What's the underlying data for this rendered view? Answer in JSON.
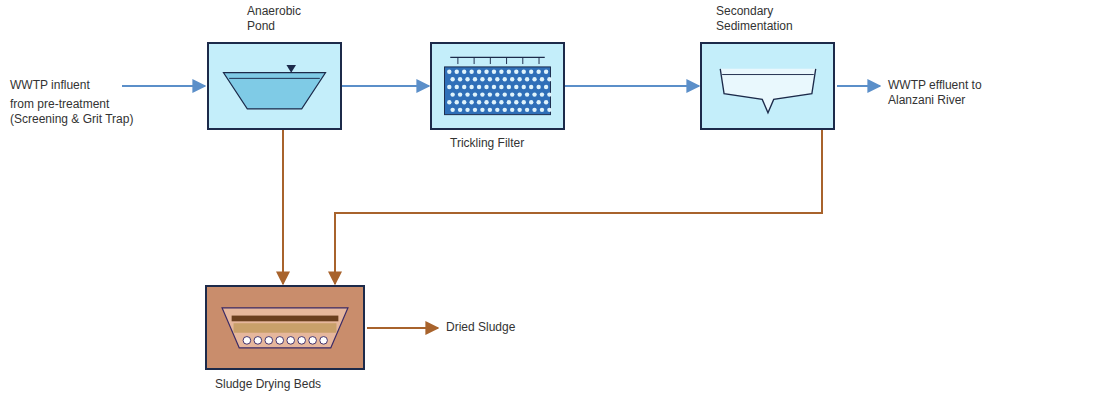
{
  "diagram": {
    "nodes": [
      {
        "text": [
          "Anaerobic Pond"
        ]
      },
      {
        "text": [
          "Trickling Filter"
        ]
      },
      {
        "text": [
          "Secondary Sedimentation"
        ]
      },
      {
        "text": [
          "Sludge Drying Beds"
        ]
      }
    ],
    "edges": [
      {
        "from": 0,
        "to": 1,
        "arrow": "to"
      },
      {
        "from": 1,
        "to": 2,
        "arrow": "to"
      },
      {
        "from": 0,
        "to": 3,
        "arrow": "to"
      },
      {
        "from": 2,
        "to": 3,
        "arrow": "to"
      }
    ],
    "labels": [
      "WWTP influent",
      "from pre-treatment (Screening & Grit Trap)",
      "WWTP effluent to Alanzani River",
      "Dried Sludge"
    ]
  }
}
